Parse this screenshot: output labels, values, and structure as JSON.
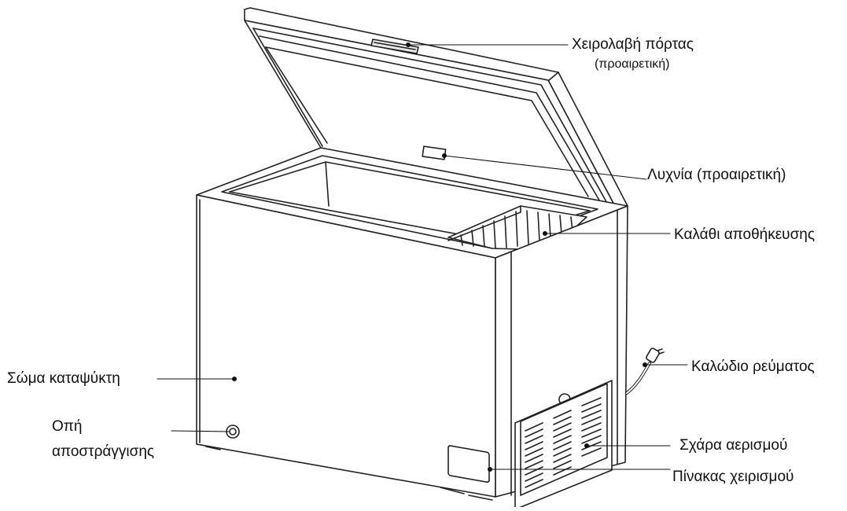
{
  "labels": {
    "door_handle": "Χειρολαβή πόρτας",
    "door_handle_note": "(προαιρετική)",
    "lamp": "Λυχνία (προαιρετική)",
    "basket": "Καλάθι αποθήκευσης",
    "power_cord": "Καλώδιο ρεύματος",
    "cabinet": "Σώμα καταψύκτη",
    "drain_line1": "Οπή",
    "drain_line2": "αποστράγγισης",
    "vent_grille": "Σχάρα αερισμού",
    "control_panel": "Πίνακας χειρισμού"
  }
}
